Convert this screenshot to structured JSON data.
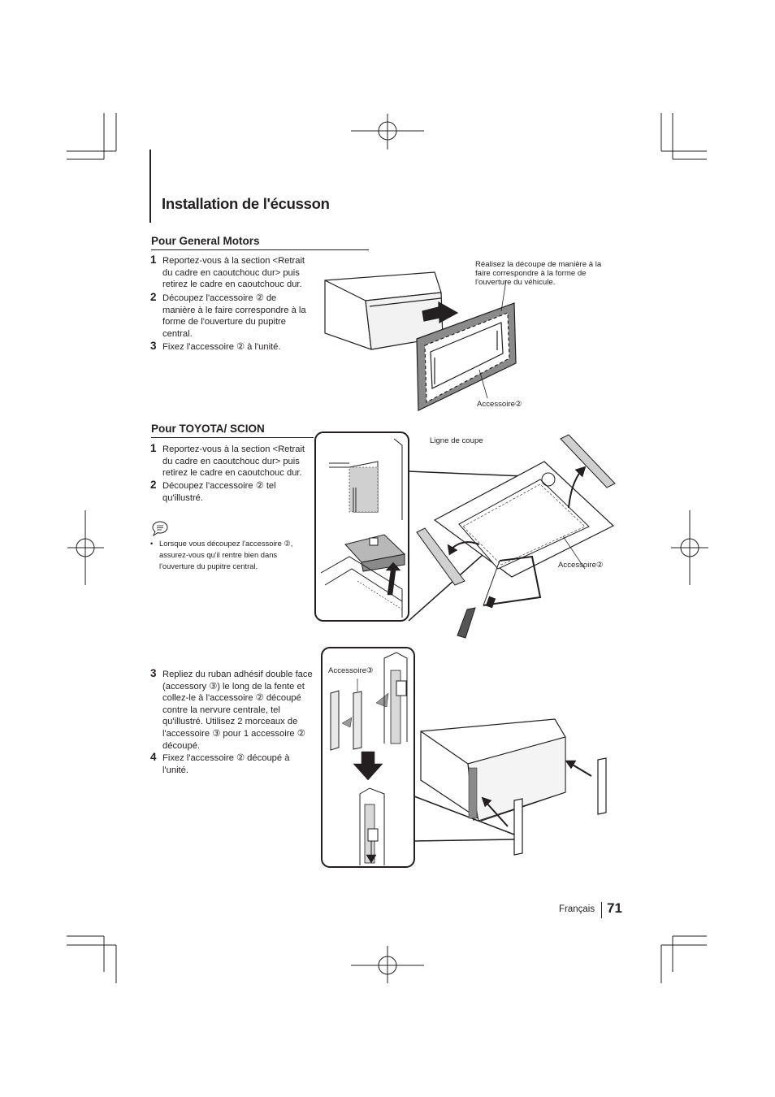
{
  "title": "Installation de l'écusson",
  "sections": {
    "gm": {
      "heading": "Pour General Motors",
      "steps": [
        {
          "num": "1",
          "text": "Reportez-vous à la section <Retrait du cadre en caoutchouc dur> puis retirez le cadre en caoutchouc dur."
        },
        {
          "num": "2",
          "text": "Découpez l'accessoire ② de manière à le faire correspondre à la forme de l'ouverture du pupitre central."
        },
        {
          "num": "3",
          "text": "Fixez l'accessoire ② à l'unité."
        }
      ],
      "figure": {
        "caption_cut": "Réalisez la découpe de manière à la faire correspondre à la forme de l'ouverture du véhicule.",
        "caption_accessory": "Accessoire②"
      }
    },
    "toyota": {
      "heading": "Pour TOYOTA/ SCION",
      "steps": [
        {
          "num": "1",
          "text": "Reportez-vous à la section <Retrait du cadre en caoutchouc dur> puis retirez le cadre en caoutchouc dur."
        },
        {
          "num": "2",
          "text": "Découpez l'accessoire ② tel qu'illustré."
        }
      ],
      "note": "Lorsque vous découpez l'accessoire ②, assurez-vous qu'il rentre bien dans l'ouverture du pupitre central.",
      "figure": {
        "caption_cut_line": "Ligne de coupe",
        "caption_accessory": "Accessoire②"
      },
      "steps2": [
        {
          "num": "3",
          "text": "Repliez du ruban adhésif double face (accessory ③) le long de la fente et collez-le à l'accessoire ② découpé contre la nervure centrale, tel qu'illustré. Utilisez 2 morceaux de l'accessoire ③ pour 1 accessoire ② découpé."
        },
        {
          "num": "4",
          "text": "Fixez l'accessoire ② découpé à l'unité."
        }
      ],
      "figure2": {
        "caption_accessory3": "Accessoire③"
      }
    }
  },
  "footer": {
    "language": "Français",
    "page": "71"
  }
}
